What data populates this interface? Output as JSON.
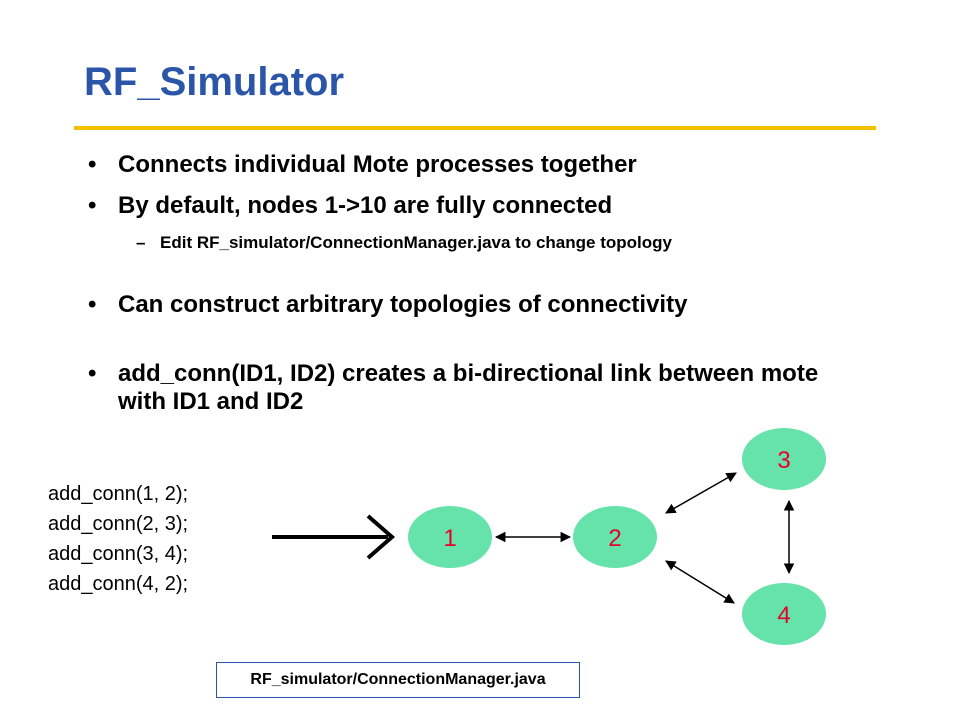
{
  "slide": {
    "title": "RF_Simulator",
    "accent_color": "#f2c200",
    "title_color": "#2b55a8"
  },
  "bullets": {
    "b1": "Connects individual Mote processes together",
    "b2": "By default, nodes 1->10 are fully connected",
    "b2_sub": "Edit RF_simulator/ConnectionManager.java to change topology",
    "b3": "Can construct arbitrary topologies of connectivity",
    "b4": "add_conn(ID1, ID2) creates a bi-directional link between mote with ID1 and ID2"
  },
  "code": [
    "add_conn(1, 2);",
    "add_conn(2, 3);",
    "add_conn(3, 4);",
    "add_conn(4, 2);"
  ],
  "diagram": {
    "node_fill": "#66e3aa",
    "node_label_color": "#e8002a",
    "nodes": [
      {
        "id": "1"
      },
      {
        "id": "2"
      },
      {
        "id": "3"
      },
      {
        "id": "4"
      }
    ],
    "links": [
      {
        "from": "1",
        "to": "2",
        "direction": "bidirectional"
      },
      {
        "from": "2",
        "to": "3",
        "direction": "bidirectional"
      },
      {
        "from": "3",
        "to": "4",
        "direction": "bidirectional"
      },
      {
        "from": "4",
        "to": "2",
        "direction": "bidirectional"
      }
    ]
  },
  "footer": {
    "file_label": "RF_simulator/ConnectionManager.java"
  }
}
